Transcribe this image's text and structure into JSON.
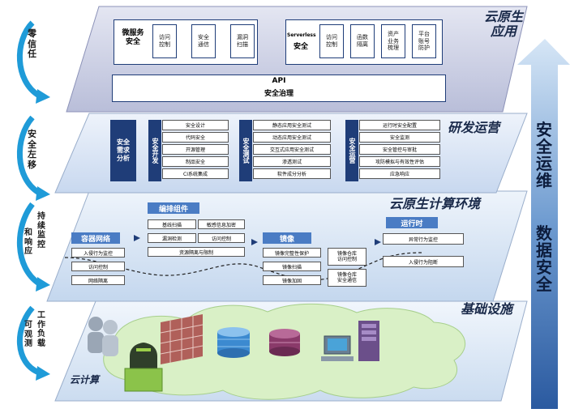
{
  "layers": {
    "app": {
      "title": "云原生\n应用",
      "microservice": {
        "head": "微服务\n安全",
        "items": [
          "访问\n控制",
          "安全\n通信",
          "漏洞\n扫描"
        ]
      },
      "serverless": {
        "head_small": "Serverless",
        "head": "安全",
        "items": [
          "访问\n控制",
          "函数\n隔离",
          "资产\n业务\n梳理",
          "平台\n账号\n防护"
        ]
      },
      "api": {
        "line1": "API",
        "line2": "安全治理"
      }
    },
    "devops": {
      "title": "研发运营",
      "req": "安全\n需求\n分析",
      "dev": {
        "head": "安全开发",
        "items": [
          "安全设计",
          "代码安全",
          "开源管理",
          "制品安全",
          "CI系统集成"
        ]
      },
      "test": {
        "head": "安全测试",
        "items": [
          "静态应用安全测试",
          "动态应用安全测试",
          "交互式应用安全测试",
          "渗透测试",
          "软件成分分析"
        ]
      },
      "ops": {
        "head": "安全运营",
        "items": [
          "运行时安全配置",
          "安全监测",
          "安全管控与审批",
          "攻防模拟与有效性评估",
          "应急响应"
        ]
      }
    },
    "compute": {
      "title": "云原生计算环境",
      "orchestration": {
        "head": "编排组件",
        "items": [
          "基线扫描",
          "敏感信息加密",
          "漏洞检测",
          "访问控制",
          "资源隔离与限制"
        ]
      },
      "container_net": {
        "head": "容器网络",
        "items": [
          "入侵行为监控",
          "访问控制",
          "网络隔离"
        ]
      },
      "image": {
        "head": "镜像",
        "items": [
          "镜像完整性保护",
          "镜像扫描",
          "镜像加固"
        ],
        "repo_items": [
          "镜像仓库\n访问控制",
          "镜像仓库\n安全通信"
        ]
      },
      "runtime": {
        "head": "运行时",
        "items": [
          "异常行为监控",
          "入侵行为阻断"
        ]
      }
    },
    "infra": {
      "title": "基础设施",
      "cloud": "云计算"
    }
  },
  "side_labels": {
    "zero_trust": "零\n信\n任",
    "shift_left": "安\n全\n左\n移",
    "continuous": "持\n续\n监\n控",
    "respond": "和\n响\n应",
    "observe": "可\n观\n测",
    "workload": "工\n作\n负\n载"
  },
  "right_axis": {
    "top": "安\n全\n运\n维",
    "bottom": "数\n据\n安\n全"
  },
  "colors": {
    "navy": "#1f3d78",
    "layer_app": "#c9cde3",
    "layer_dev": "#dbe6f5",
    "layer_compute": "#d6e4f2",
    "layer_infra": "#dde9f6",
    "cloud": "#d9f0c6",
    "arrow": "#1f9bd8"
  }
}
